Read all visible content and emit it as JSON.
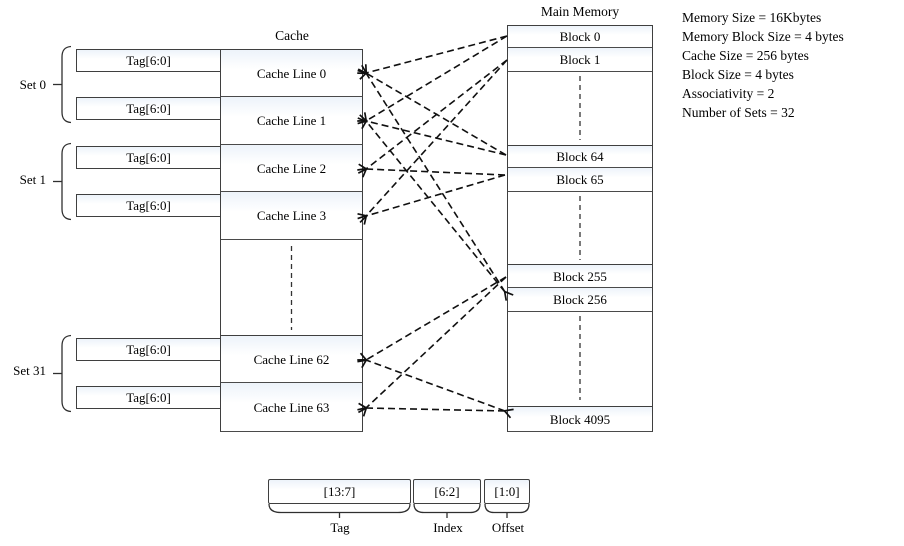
{
  "cache": {
    "title": "Cache",
    "tag_label": "Tag[6:0]",
    "lines": [
      "Cache Line 0",
      "Cache Line 1",
      "Cache Line 2",
      "Cache Line 3",
      "Cache Line 62",
      "Cache Line 63"
    ]
  },
  "sets": [
    "Set 0",
    "Set 1",
    "Set 31"
  ],
  "memory": {
    "title": "Main Memory",
    "blocks": [
      "Block 0",
      "Block 1",
      "Block 64",
      "Block 65",
      "Block 255",
      "Block 256",
      "Block 4095"
    ]
  },
  "info": {
    "lines": [
      "Memory Size = 16Kbytes",
      "Memory Block Size = 4 bytes",
      "Cache Size = 256 bytes",
      "Block Size = 4 bytes",
      "Associativity = 2",
      "Number of Sets = 32"
    ]
  },
  "address": {
    "fields": [
      {
        "bits": "[13:7]",
        "label": "Tag"
      },
      {
        "bits": "[6:2]",
        "label": "Index"
      },
      {
        "bits": "[1:0]",
        "label": "Offset"
      }
    ]
  },
  "connections": [
    {
      "from": "block0",
      "to": "line0"
    },
    {
      "from": "block0",
      "to": "line1"
    },
    {
      "from": "block64",
      "to": "line0"
    },
    {
      "from": "block64",
      "to": "line1"
    },
    {
      "from": "block256",
      "to": "line0"
    },
    {
      "from": "block256",
      "to": "line1",
      "double": true
    },
    {
      "from": "block1",
      "to": "line2"
    },
    {
      "from": "block1",
      "to": "line3"
    },
    {
      "from": "block65",
      "to": "line2"
    },
    {
      "from": "block65",
      "to": "line3"
    },
    {
      "from": "block255",
      "to": "line62"
    },
    {
      "from": "block255",
      "to": "line63"
    },
    {
      "from": "block4095",
      "to": "line62",
      "double": true
    },
    {
      "from": "block4095",
      "to": "line63"
    }
  ]
}
